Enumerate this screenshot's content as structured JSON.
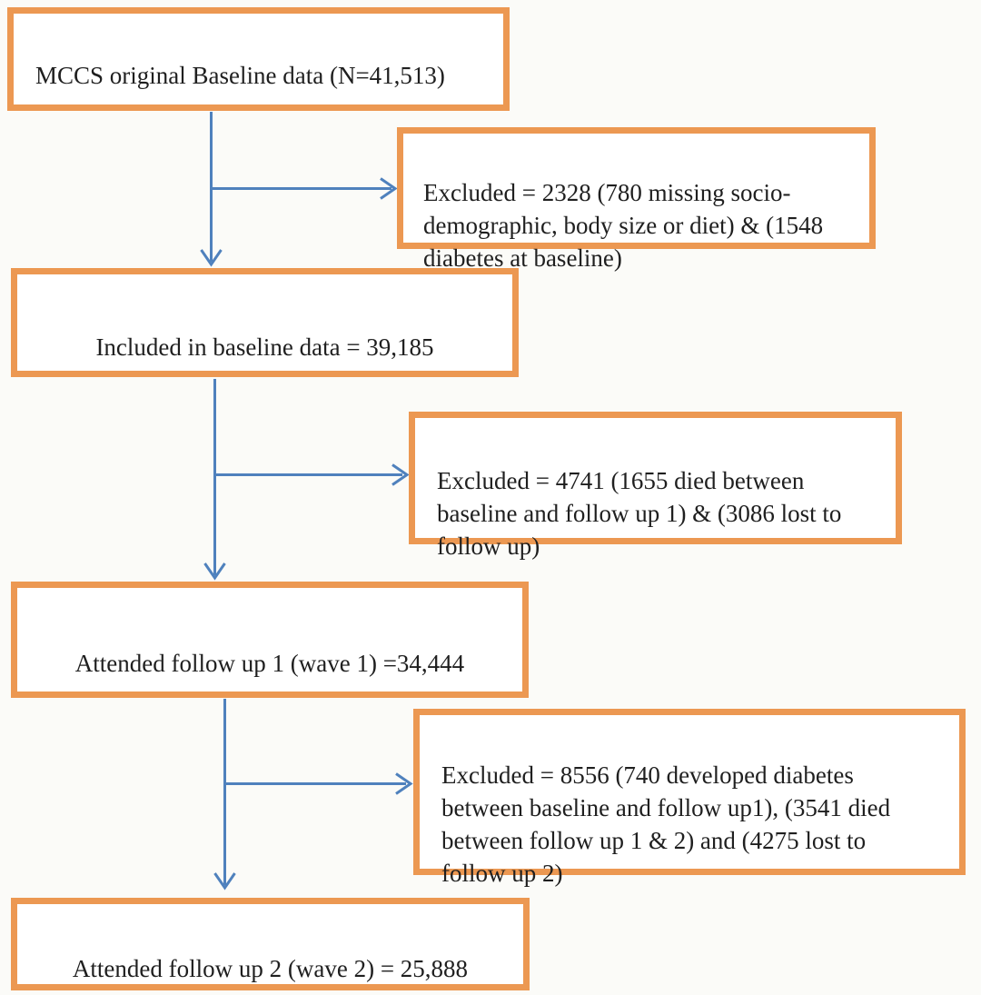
{
  "figure": {
    "boxes": {
      "baseline": {
        "text": "MCCS original Baseline data (N=41,513)"
      },
      "excluded_baseline": {
        "text": "Excluded = 2328 (780 missing socio-\ndemographic, body size or diet) & (1548\ndiabetes at baseline)"
      },
      "included_baseline": {
        "text": "Included in baseline data = 39,185"
      },
      "excluded_followup1": {
        "text": "Excluded = 4741 (1655 died between\nbaseline and follow up 1) & (3086 lost to\nfollow up)"
      },
      "attended_followup1": {
        "text": "Attended follow up 1 (wave 1) =34,444"
      },
      "excluded_followup2": {
        "text": "Excluded = 8556 (740 developed diabetes\nbetween baseline and follow up1), (3541 died\nbetween follow up 1 & 2) and (4275 lost to\nfollow up 2)"
      },
      "attended_followup2": {
        "text": "Attended follow up 2 (wave 2) = 25,888"
      }
    },
    "colors": {
      "box_border": "#EC9852",
      "arrow": "#4F81BD",
      "text": "#1F1F1F",
      "background": "#FBFBF8",
      "box_fill": "#FFFFFF"
    }
  }
}
